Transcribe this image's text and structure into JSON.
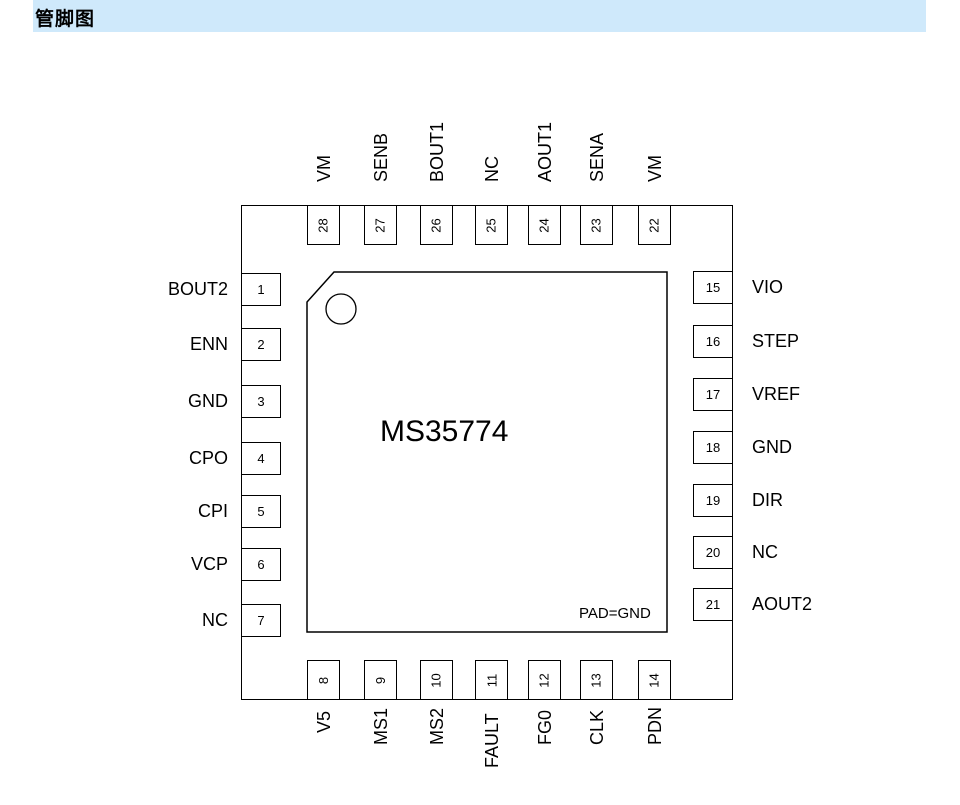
{
  "header": {
    "title": "管脚图"
  },
  "chip": {
    "name": "MS35774",
    "pad_label": "PAD=GND"
  },
  "pins": {
    "left": [
      {
        "num": "1",
        "label": "BOUT2"
      },
      {
        "num": "2",
        "label": "ENN"
      },
      {
        "num": "3",
        "label": "GND"
      },
      {
        "num": "4",
        "label": "CPO"
      },
      {
        "num": "5",
        "label": "CPI"
      },
      {
        "num": "6",
        "label": "VCP"
      },
      {
        "num": "7",
        "label": "NC"
      }
    ],
    "bottom": [
      {
        "num": "8",
        "label": "V5"
      },
      {
        "num": "9",
        "label": "MS1"
      },
      {
        "num": "10",
        "label": "MS2"
      },
      {
        "num": "11",
        "label": "FAULT"
      },
      {
        "num": "12",
        "label": "FG0"
      },
      {
        "num": "13",
        "label": "CLK"
      },
      {
        "num": "14",
        "label": "PDN"
      }
    ],
    "right": [
      {
        "num": "15",
        "label": "VIO"
      },
      {
        "num": "16",
        "label": "STEP"
      },
      {
        "num": "17",
        "label": "VREF"
      },
      {
        "num": "18",
        "label": "GND"
      },
      {
        "num": "19",
        "label": "DIR"
      },
      {
        "num": "20",
        "label": "NC"
      },
      {
        "num": "21",
        "label": "AOUT2"
      }
    ],
    "top": [
      {
        "num": "22",
        "label": "VM"
      },
      {
        "num": "23",
        "label": "SENA"
      },
      {
        "num": "24",
        "label": "AOUT1"
      },
      {
        "num": "25",
        "label": "NC"
      },
      {
        "num": "26",
        "label": "BOUT1"
      },
      {
        "num": "27",
        "label": "SENB"
      },
      {
        "num": "28",
        "label": "VM"
      }
    ]
  }
}
